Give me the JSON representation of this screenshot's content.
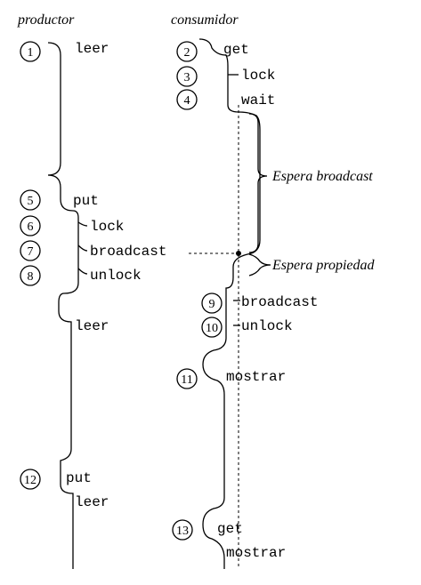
{
  "titles": {
    "productor": "productor",
    "consumidor": "consumidor"
  },
  "steps": [
    {
      "n": "1",
      "label": "leer"
    },
    {
      "n": "2",
      "label": "get"
    },
    {
      "n": "3",
      "label": "lock"
    },
    {
      "n": "4",
      "label": "wait"
    },
    {
      "n": "5",
      "label": "put"
    },
    {
      "n": "6",
      "label": "lock"
    },
    {
      "n": "7",
      "label": "broadcast"
    },
    {
      "n": "8",
      "label": "unlock"
    },
    {
      "n": "9",
      "label": "broadcast"
    },
    {
      "n": "10",
      "label": "unlock"
    },
    {
      "n": "11",
      "label": "mostrar"
    },
    {
      "n": "12",
      "label": "put"
    },
    {
      "n": "13",
      "label": "get"
    }
  ],
  "unnumbered": {
    "prod_leer_mid": "leer",
    "prod_leer_end": "leer",
    "cons_mostrar_end": "mostrar"
  },
  "annotations": {
    "espera_broadcast": "Espera broadcast",
    "espera_propiedad": "Espera propiedad"
  }
}
